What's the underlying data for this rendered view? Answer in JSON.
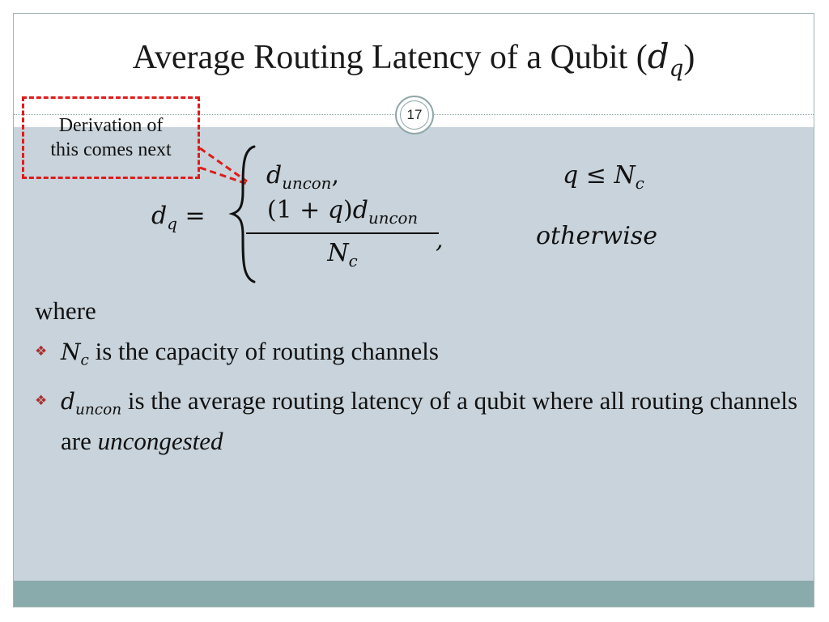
{
  "slide": {
    "title_text": "Average Routing Latency of a Qubit (",
    "title_math_base": "d",
    "title_math_sub": "q",
    "title_close": ")",
    "page_number": "17"
  },
  "callout": {
    "line1": "Derivation of",
    "line2": "this comes next",
    "border_color": "#e01b1b"
  },
  "equation": {
    "lhs_base": "d",
    "lhs_sub": "q",
    "equals": "=",
    "case1_base": "d",
    "case1_sub": "uncon",
    "case1_comma": ",",
    "case1_condition_var": "q",
    "case1_condition_op": "≤",
    "case1_condition_base": "N",
    "case1_condition_sub": "c",
    "case2_num_open": "(1 + ",
    "case2_num_var": "q",
    "case2_num_close": ")",
    "case2_num_base": "d",
    "case2_num_sub": "uncon",
    "case2_den_base": "N",
    "case2_den_sub": "c",
    "case2_comma": ",",
    "case2_condition": "otherwise"
  },
  "body": {
    "where": "where",
    "bullet1": {
      "math_base": "N",
      "math_sub": "c",
      "text": " is the capacity of routing channels"
    },
    "bullet2": {
      "math_base": "d",
      "math_sub": "uncon",
      "text": " is the average routing latency of a qubit where all routing channels are ",
      "emphasis": "uncongested"
    }
  },
  "colors": {
    "content_background": "#c8d3db",
    "footer_band": "#8aabab",
    "bullet_accent": "#a83232"
  },
  "icons": {
    "bullet": "diamond-cluster-icon"
  }
}
